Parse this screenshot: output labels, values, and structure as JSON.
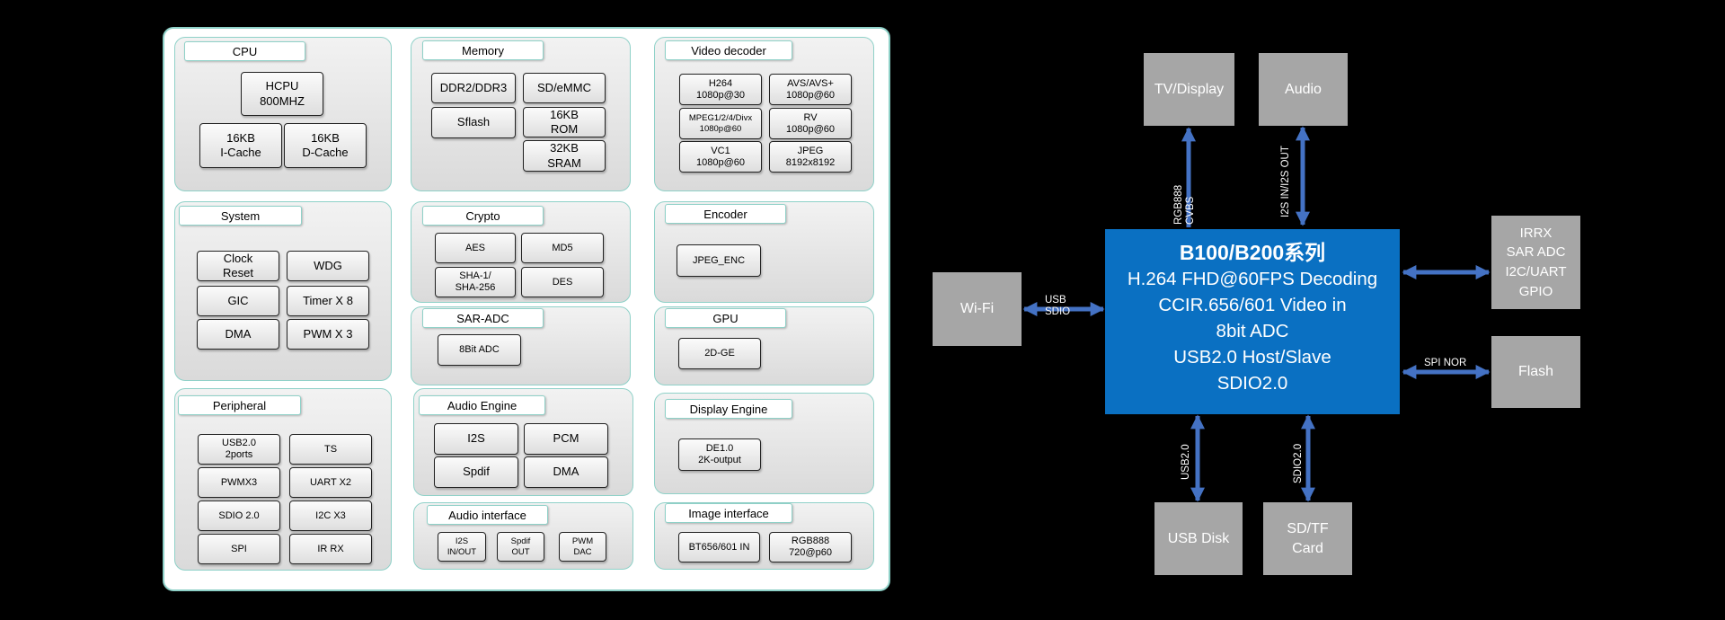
{
  "soc_diagram": {
    "cpu": {
      "title": "CPU",
      "blocks": [
        "HCPU\n800MHZ",
        "16KB\nI-Cache",
        "16KB\nD-Cache"
      ]
    },
    "memory": {
      "title": "Memory",
      "blocks": [
        "DDR2/DDR3",
        "SD/eMMC",
        "Sflash",
        "16KB\nROM",
        "32KB\nSRAM"
      ]
    },
    "video_decoder": {
      "title": "Video decoder",
      "blocks": [
        "H264\n1080p@30",
        "AVS/AVS+\n1080p@60",
        "MPEG1/2/4/Divx\n1080p@60",
        "RV\n1080p@60",
        "VC1\n1080p@60",
        "JPEG\n8192x8192"
      ]
    },
    "system": {
      "title": "System",
      "blocks": [
        "Clock\nReset",
        "WDG",
        "GIC",
        "Timer X 8",
        "DMA",
        "PWM X 3"
      ]
    },
    "crypto": {
      "title": "Crypto",
      "blocks": [
        "AES",
        "MD5",
        "SHA-1/\nSHA-256",
        "DES"
      ]
    },
    "encoder": {
      "title": "Encoder",
      "blocks": [
        "JPEG_ENC"
      ]
    },
    "sar_adc": {
      "title": "SAR-ADC",
      "blocks": [
        "8Bit ADC"
      ]
    },
    "gpu": {
      "title": "GPU",
      "blocks": [
        "2D-GE"
      ]
    },
    "peripheral": {
      "title": "Peripheral",
      "blocks": [
        "USB2.0\n2ports",
        "TS",
        "PWMX3",
        "UART X2",
        "SDIO 2.0",
        "I2C X3",
        "SPI",
        "IR RX"
      ]
    },
    "audio_engine": {
      "title": "Audio Engine",
      "blocks": [
        "I2S",
        "PCM",
        "Spdif",
        "DMA"
      ]
    },
    "display_engine": {
      "title": "Display Engine",
      "blocks": [
        "DE1.0\n2K-output"
      ]
    },
    "audio_interface": {
      "title": "Audio interface",
      "blocks": [
        "I2S\nIN/OUT",
        "Spdif\nOUT",
        "PWM\nDAC"
      ]
    },
    "image_interface": {
      "title": "Image interface",
      "blocks": [
        "BT656/601 IN",
        "RGB888\n720@p60"
      ]
    }
  },
  "system_diagram": {
    "core": {
      "title": "B100/B200系列",
      "lines": [
        "H.264 FHD@60FPS Decoding",
        "CCIR.656/601 Video in",
        "8bit ADC",
        "USB2.0 Host/Slave",
        "SDIO2.0"
      ]
    },
    "peripherals": {
      "tv_display": "TV/Display",
      "audio": "Audio",
      "wifi": "Wi-Fi",
      "irrx_block": "IRRX\nSAR ADC\nI2C/UART\nGPIO",
      "flash": "Flash",
      "usb_disk": "USB Disk",
      "sd_tf_card": "SD/TF\nCard"
    },
    "links": {
      "rgb888_cvbs": "RGB888\nCVBS",
      "i2s_in_out": "I2S IN/I2S OUT",
      "usb_sdio": "USB\nSDIO",
      "spi_nor": "SPI NOR",
      "usb20": "USB2.0",
      "sdio20": "SDIO2.0"
    },
    "colors": {
      "core_blue": "#0a70c2",
      "peripheral_gray": "#a6a6a6",
      "arrow_blue": "#4472c4"
    }
  }
}
